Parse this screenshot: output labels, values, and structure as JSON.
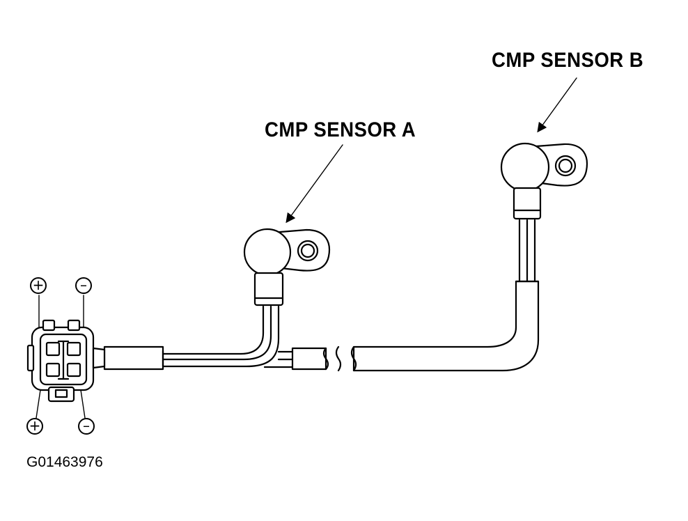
{
  "labels": {
    "sensor_a": "CMP SENSOR A",
    "sensor_b": "CMP SENSOR B"
  },
  "figure_id": "G01463976",
  "terminals": {
    "top_left": "+",
    "top_right": "–",
    "bottom_left": "+",
    "bottom_right": "–"
  }
}
